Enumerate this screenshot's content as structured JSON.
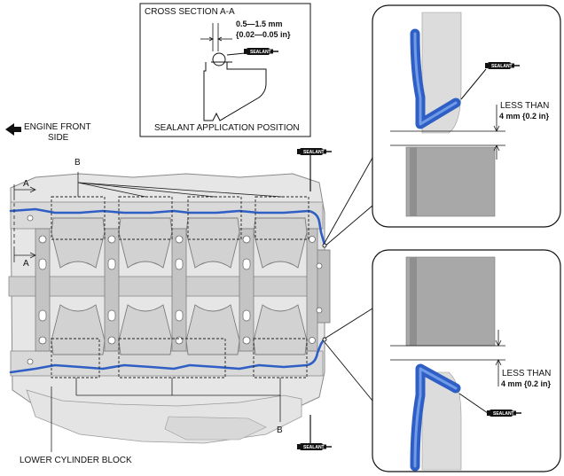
{
  "cross_section": {
    "title": "CROSS SECTION A-A",
    "dim_mm": "0.5—1.5 mm",
    "dim_in": "{0.02—0.05 in}",
    "caption": "SEALANT APPLICATION POSITION"
  },
  "engine_front": {
    "line1": "ENGINE FRONT",
    "line2": "SIDE"
  },
  "labels": {
    "section_marker": "A",
    "zone_marker": "B",
    "lower_block": "LOWER CYLINDER BLOCK",
    "sealant": "SEALANT"
  },
  "detail_top": {
    "less_than": "LESS THAN",
    "value": "4 mm {0.2 in}"
  },
  "detail_bottom": {
    "less_than": "LESS THAN",
    "value": "4 mm {0.2 in}"
  },
  "colors": {
    "sealant_bead": "#2f5fc4",
    "sealant_bead_light": "#6f9be8",
    "block_gray": "#c8c8c8",
    "block_dark": "#9a9a9a",
    "tube_black": "#111111"
  }
}
